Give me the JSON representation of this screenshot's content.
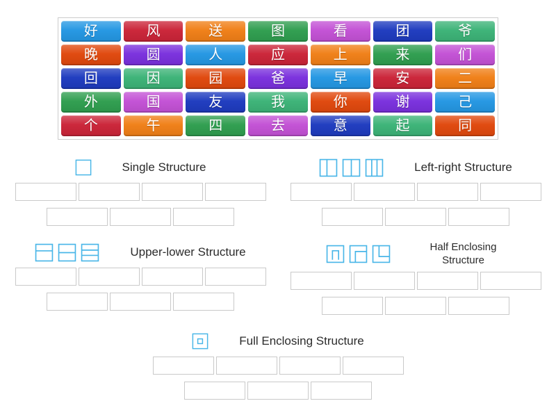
{
  "board": {
    "tiles": [
      {
        "char": "好",
        "color": "#2497e3"
      },
      {
        "char": "风",
        "color": "#cb2438"
      },
      {
        "char": "送",
        "color": "#f07f17"
      },
      {
        "char": "图",
        "color": "#2f9e4f"
      },
      {
        "char": "看",
        "color": "#c351d5"
      },
      {
        "char": "团",
        "color": "#1e3bbf"
      },
      {
        "char": "爷",
        "color": "#3cb377"
      },
      {
        "char": "晚",
        "color": "#e0480d"
      },
      {
        "char": "圆",
        "color": "#7a30dd"
      },
      {
        "char": "人",
        "color": "#2497e3"
      },
      {
        "char": "应",
        "color": "#cb2438"
      },
      {
        "char": "上",
        "color": "#f07f17"
      },
      {
        "char": "来",
        "color": "#2f9e4f"
      },
      {
        "char": "们",
        "color": "#c351d5"
      },
      {
        "char": "回",
        "color": "#1e3bbf"
      },
      {
        "char": "因",
        "color": "#3cb377"
      },
      {
        "char": "园",
        "color": "#e0480d"
      },
      {
        "char": "爸",
        "color": "#7a30dd"
      },
      {
        "char": "早",
        "color": "#2497e3"
      },
      {
        "char": "安",
        "color": "#cb2438"
      },
      {
        "char": "二",
        "color": "#f07f17"
      },
      {
        "char": "外",
        "color": "#2f9e4f"
      },
      {
        "char": "国",
        "color": "#c351d5"
      },
      {
        "char": "友",
        "color": "#1e3bbf"
      },
      {
        "char": "我",
        "color": "#3cb377"
      },
      {
        "char": "你",
        "color": "#e0480d"
      },
      {
        "char": "谢",
        "color": "#7a30dd"
      },
      {
        "char": "己",
        "color": "#2497e3"
      },
      {
        "char": "个",
        "color": "#cb2438"
      },
      {
        "char": "午",
        "color": "#f07f17"
      },
      {
        "char": "四",
        "color": "#2f9e4f"
      },
      {
        "char": "去",
        "color": "#c351d5"
      },
      {
        "char": "意",
        "color": "#1e3bbf"
      },
      {
        "char": "起",
        "color": "#3cb377"
      },
      {
        "char": "同",
        "color": "#e0480d"
      }
    ]
  },
  "groups": [
    {
      "id": "single",
      "title": "Single Structure",
      "icons": [
        "square-empty-icon"
      ],
      "slot_count": 7
    },
    {
      "id": "left-right",
      "title": "Left-right Structure",
      "icons": [
        "square-vsplit-left-icon",
        "square-vsplit-center-icon",
        "square-vsplit-double-icon"
      ],
      "slot_count": 7
    },
    {
      "id": "upper-lower",
      "title": "Upper-lower Structure",
      "icons": [
        "square-hsplit-upper-icon",
        "square-hsplit-center-icon",
        "square-hsplit-double-icon"
      ],
      "slot_count": 7
    },
    {
      "id": "half-enclosing",
      "title": "Half Enclosing Structure",
      "icons": [
        "square-enclose-top-icon",
        "square-enclose-topleft-icon",
        "square-enclose-bottomleft-icon"
      ],
      "slot_count": 7
    },
    {
      "id": "full-enclosing",
      "title": "Full Enclosing Structure",
      "icons": [
        "square-enclose-full-icon"
      ],
      "slot_count": 7
    }
  ],
  "colors": {
    "icon_stroke": "#49b6e8",
    "slot_border": "#c9c9c9",
    "board_border": "#cccccc",
    "title_text": "#2b2b2b",
    "tile_text": "#ffffff",
    "page_background": "#ffffff"
  }
}
